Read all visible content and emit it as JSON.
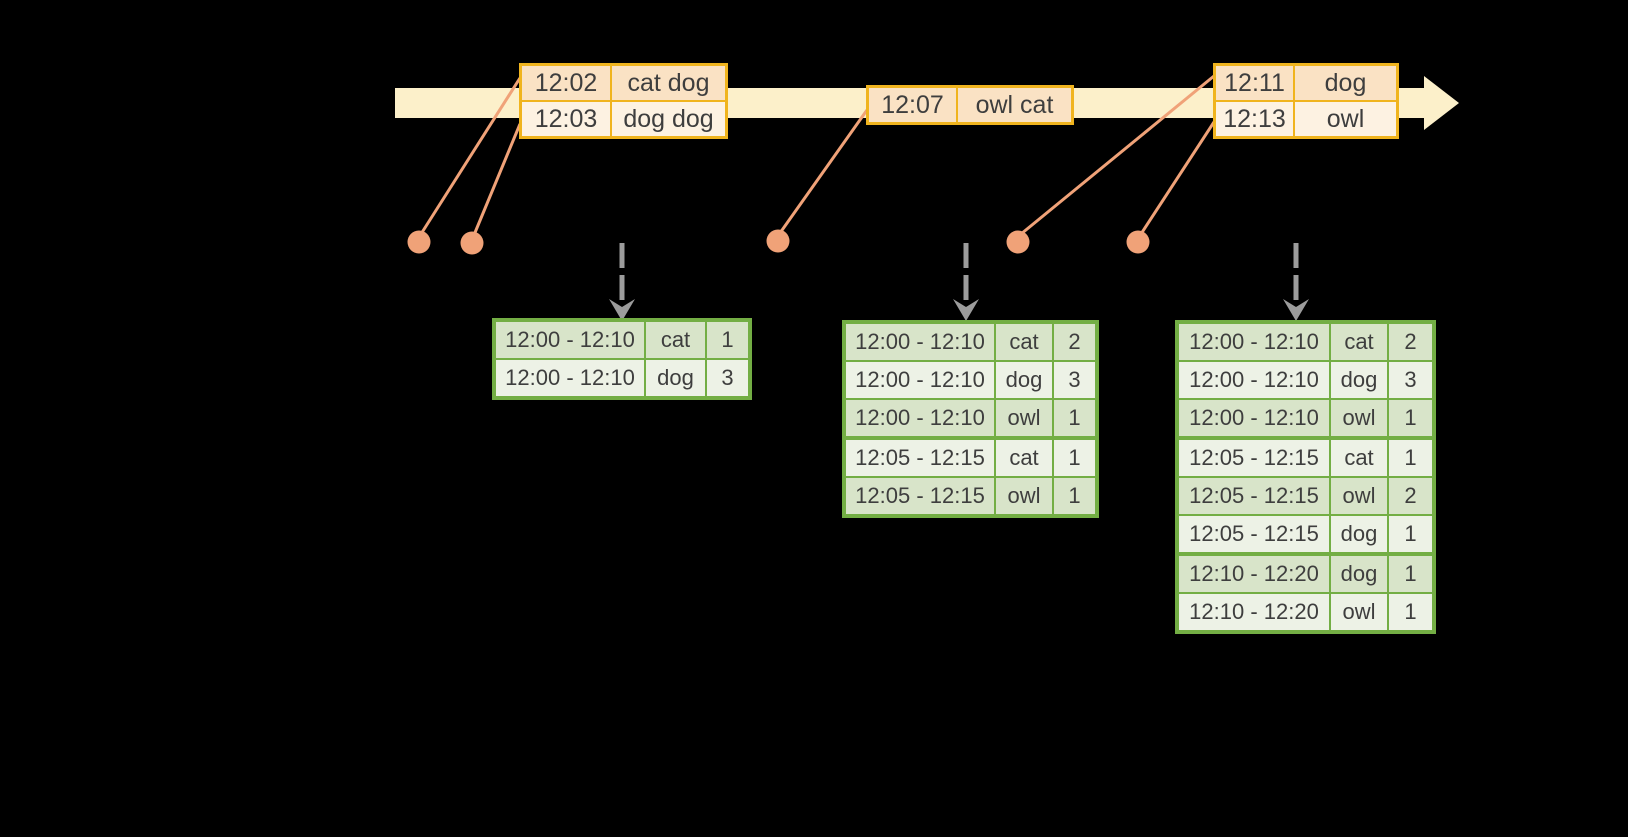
{
  "colors": {
    "background": "#000000",
    "timeline_fill": "#fcf0ca",
    "event_table_border": "#f0b41e",
    "event_row_fill_dark": "#fae2c4",
    "event_row_fill_light": "#fdf2e2",
    "connector": "#f0a278",
    "trigger_arrow_gray": "#9c9c9c",
    "result_table_border": "#73ae44",
    "result_row_fill_dark": "#d8e4c9",
    "result_row_fill_light": "#edf2e6",
    "text": "#3e3e3e"
  },
  "event_tables": [
    {
      "rows": [
        {
          "time": "12:02",
          "words": "cat dog"
        },
        {
          "time": "12:03",
          "words": "dog dog"
        }
      ]
    },
    {
      "rows": [
        {
          "time": "12:07",
          "words": "owl cat"
        }
      ]
    },
    {
      "rows": [
        {
          "time": "12:11",
          "words": "dog"
        },
        {
          "time": "12:13",
          "words": "owl"
        }
      ]
    }
  ],
  "result_tables": [
    {
      "rows": [
        {
          "window": "12:00 - 12:10",
          "word": "cat",
          "count": "1"
        },
        {
          "window": "12:00 - 12:10",
          "word": "dog",
          "count": "3"
        }
      ]
    },
    {
      "rows": [
        {
          "window": "12:00 - 12:10",
          "word": "cat",
          "count": "2"
        },
        {
          "window": "12:00 - 12:10",
          "word": "dog",
          "count": "3"
        },
        {
          "window": "12:00 - 12:10",
          "word": "owl",
          "count": "1"
        },
        {
          "window": "12:05 - 12:15",
          "word": "cat",
          "count": "1"
        },
        {
          "window": "12:05 - 12:15",
          "word": "owl",
          "count": "1"
        }
      ]
    },
    {
      "rows": [
        {
          "window": "12:00 - 12:10",
          "word": "cat",
          "count": "2"
        },
        {
          "window": "12:00 - 12:10",
          "word": "dog",
          "count": "3"
        },
        {
          "window": "12:00 - 12:10",
          "word": "owl",
          "count": "1"
        },
        {
          "window": "12:05 - 12:15",
          "word": "cat",
          "count": "1"
        },
        {
          "window": "12:05 - 12:15",
          "word": "owl",
          "count": "2"
        },
        {
          "window": "12:05 - 12:15",
          "word": "dog",
          "count": "1"
        },
        {
          "window": "12:10 - 12:20",
          "word": "dog",
          "count": "1"
        },
        {
          "window": "12:10 - 12:20",
          "word": "owl",
          "count": "1"
        }
      ]
    }
  ]
}
